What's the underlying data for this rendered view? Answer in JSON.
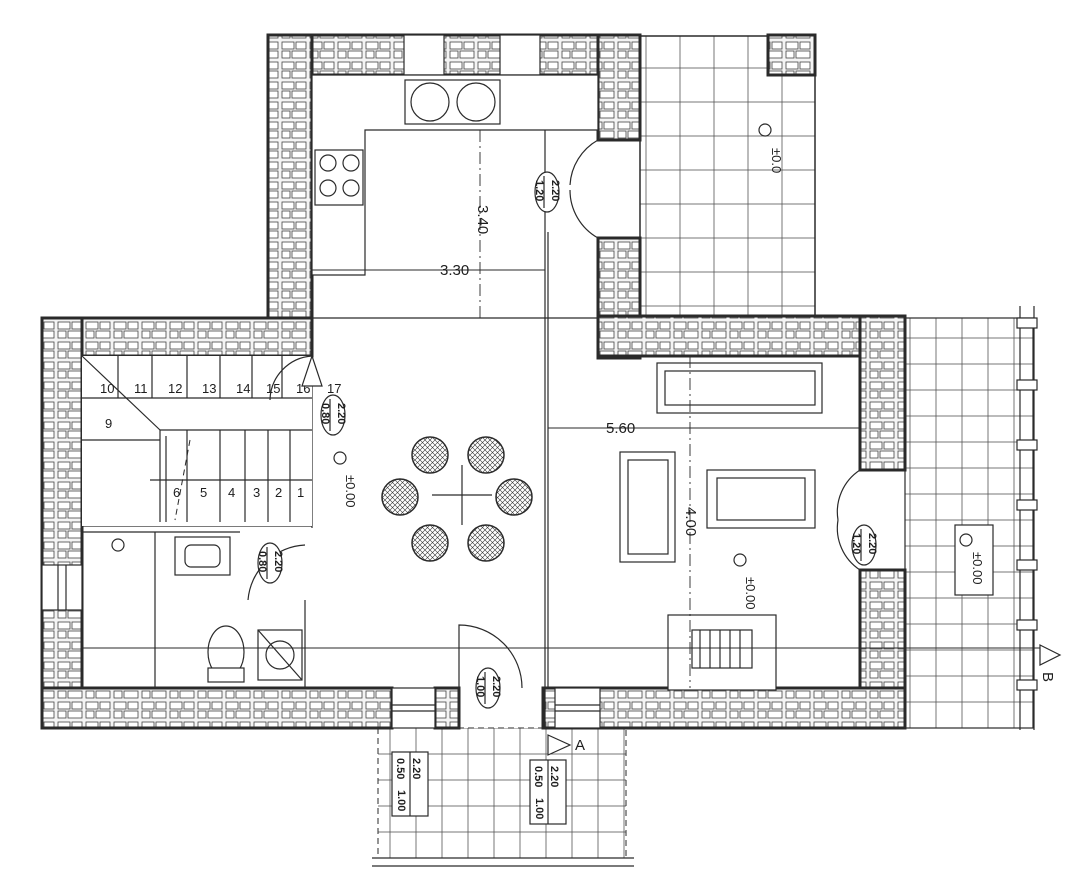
{
  "dimensions": {
    "kitchen_width": "3.30",
    "kitchen_depth": "3.40",
    "living_width": "5.60",
    "living_depth": "4.00"
  },
  "levels": {
    "terrace_top": "±0.0",
    "hall": "±0.00",
    "living": "±0.00",
    "terrace_right": "±0.00"
  },
  "stairs": {
    "steps": [
      "1",
      "2",
      "3",
      "4",
      "5",
      "6",
      "9",
      "10",
      "11",
      "12",
      "13",
      "14",
      "15",
      "16",
      "17"
    ]
  },
  "doors": {
    "kitchen_door": {
      "width": "1.20",
      "height": "2.20"
    },
    "stair_door": {
      "width": "0.80",
      "height": "2.20"
    },
    "wc_door": {
      "width": "0.80",
      "height": "2.20"
    },
    "entrance_door": {
      "width": "1.00",
      "height": "2.20"
    },
    "terrace_door": {
      "width": "1.20",
      "height": "2.20"
    }
  },
  "windows": {
    "front_left": {
      "width": "0.50",
      "height": "2.20",
      "sill": "1.00"
    },
    "front_right": {
      "width": "0.50",
      "height": "2.20",
      "sill": "1.00"
    }
  },
  "section_marks": {
    "a": "A",
    "b": "B"
  }
}
